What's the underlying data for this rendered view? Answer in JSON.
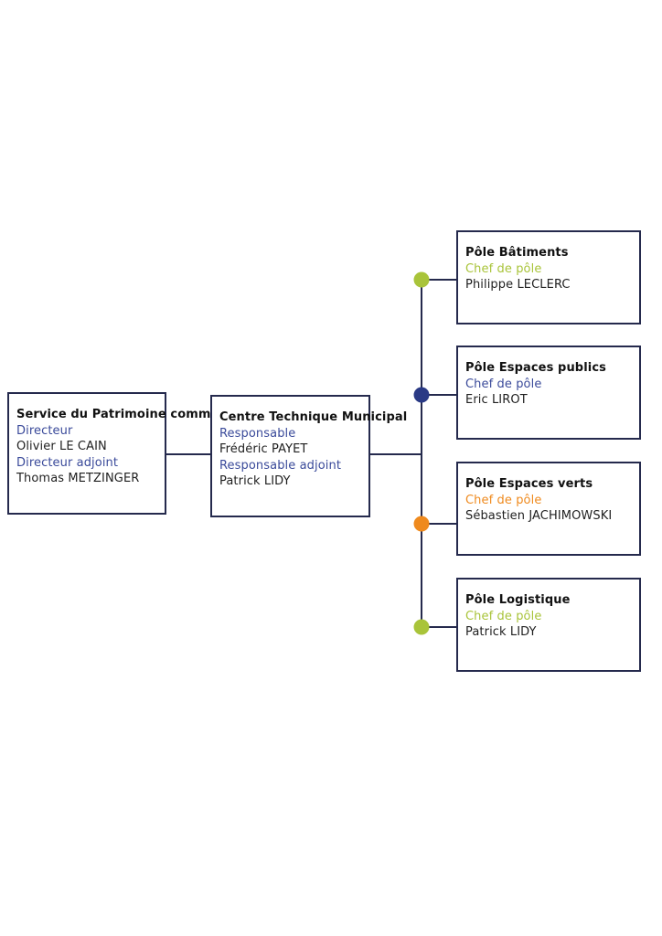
{
  "colors": {
    "line": "#252a4d",
    "green": "#a9c43a",
    "blue": "#2a3a85",
    "orange": "#ef8a1e"
  },
  "service": {
    "title": "Service du Patrimoine\ncommunal",
    "role1": "Directeur",
    "name1": "Olivier LE CAIN",
    "role2": "Directeur adjoint",
    "name2": "Thomas METZINGER"
  },
  "ctm": {
    "title": "Centre Technique\nMunicipal",
    "role1": "Responsable",
    "name1": "Frédéric PAYET",
    "role2": "Responsable adjoint",
    "name2": "Patrick LIDY"
  },
  "poles": [
    {
      "title": "Pôle Bâtiments",
      "role": "Chef de pôle",
      "name": "Philippe LECLERC",
      "dot_color": "green"
    },
    {
      "title": "Pôle Espaces publics",
      "role": "Chef de pôle",
      "name": "Eric LIROT",
      "dot_color": "blue"
    },
    {
      "title": "Pôle Espaces verts",
      "role": "Chef de pôle",
      "name": "Sébastien JACHIMOWSKI",
      "dot_color": "orange"
    },
    {
      "title": "Pôle Logistique",
      "role": "Chef de pôle",
      "name": "Patrick LIDY",
      "dot_color": "green"
    }
  ]
}
